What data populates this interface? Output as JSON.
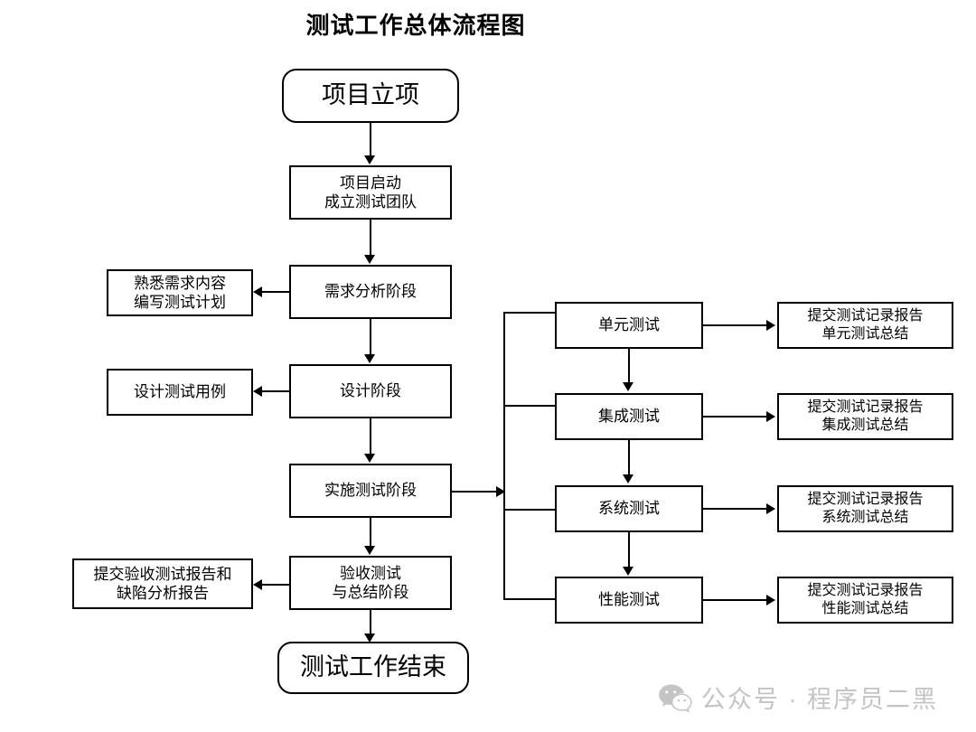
{
  "title": "测试工作总体流程图",
  "diagram": {
    "start": {
      "label": "项目立项"
    },
    "end": {
      "label": "测试工作结束"
    },
    "main_flow": [
      {
        "id": "kickoff",
        "lines": [
          "项目启动",
          "成立测试团队"
        ]
      },
      {
        "id": "requirements",
        "lines": [
          "需求分析阶段"
        ]
      },
      {
        "id": "design",
        "lines": [
          "设计阶段"
        ]
      },
      {
        "id": "execution",
        "lines": [
          "实施测试阶段"
        ]
      },
      {
        "id": "acceptance",
        "lines": [
          "验收测试",
          "与总结阶段"
        ]
      }
    ],
    "side_outputs": [
      {
        "id": "requirements-output",
        "lines": [
          "熟悉需求内容",
          "编写测试计划"
        ]
      },
      {
        "id": "design-output",
        "lines": [
          "设计测试用例"
        ]
      },
      {
        "id": "acceptance-output",
        "lines": [
          "提交验收测试报告和",
          "缺陷分析报告"
        ]
      }
    ],
    "test_types": [
      {
        "id": "unit",
        "lines": [
          "单元测试"
        ]
      },
      {
        "id": "integration",
        "lines": [
          "集成测试"
        ]
      },
      {
        "id": "system",
        "lines": [
          "系统测试"
        ]
      },
      {
        "id": "performance",
        "lines": [
          "性能测试"
        ]
      }
    ],
    "test_reports": [
      {
        "id": "unit-report",
        "lines": [
          "提交测试记录报告",
          "单元测试总结"
        ]
      },
      {
        "id": "integration-report",
        "lines": [
          "提交测试记录报告",
          "集成测试总结"
        ]
      },
      {
        "id": "system-report",
        "lines": [
          "提交测试记录报告",
          "系统测试总结"
        ]
      },
      {
        "id": "performance-report",
        "lines": [
          "提交测试记录报告",
          "性能测试总结"
        ]
      }
    ]
  },
  "watermark": {
    "icon": "wechat-icon",
    "text": "公众号 · 程序员二黑"
  },
  "colors": {
    "stroke": "#000000",
    "background": "#ffffff",
    "watermark": "#c4c4c4"
  }
}
